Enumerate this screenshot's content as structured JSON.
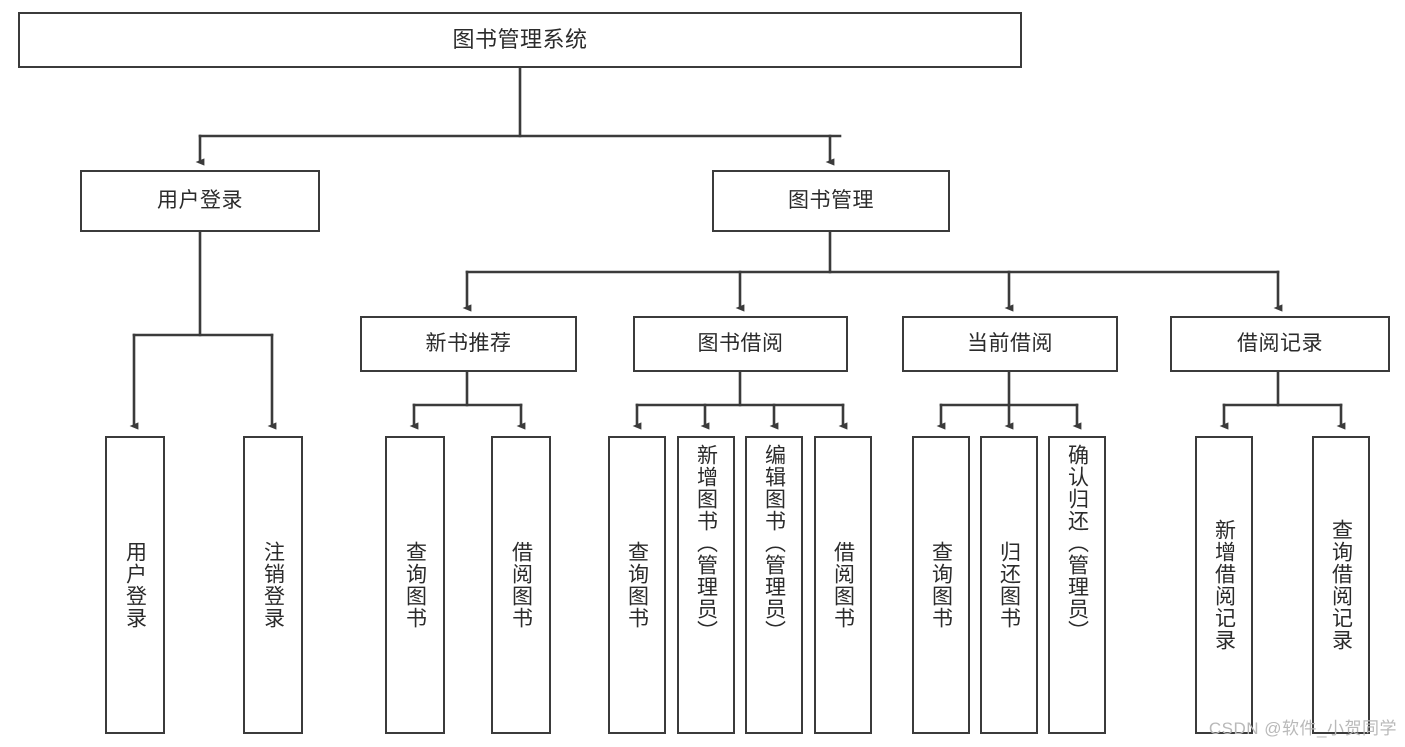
{
  "diagram": {
    "title": "图书管理系统",
    "type": "tree",
    "colors": {
      "background": "#ffffff",
      "box_border": "#3b3b3b",
      "box_fill": "#ffffff",
      "text": "#2b2b2b",
      "edge": "#3b3b3b",
      "watermark": "#b9b9b9"
    },
    "watermark": "CSDN @软件_小贺同学",
    "nodes": {
      "root": {
        "label": "图书管理系统"
      },
      "level2": [
        {
          "label": "用户登录"
        },
        {
          "label": "图书管理"
        }
      ],
      "level3": [
        {
          "label": "新书推荐"
        },
        {
          "label": "图书借阅"
        },
        {
          "label": "当前借阅"
        },
        {
          "label": "借阅记录"
        }
      ],
      "leaves": {
        "user_login": [
          {
            "label": "用户登录"
          },
          {
            "label": "注销登录"
          }
        ],
        "new_book_recommend": [
          {
            "label": "查询图书"
          },
          {
            "label": "借阅图书"
          }
        ],
        "book_borrow": [
          {
            "label": "查询图书"
          },
          {
            "label": "新增图书（管理员）"
          },
          {
            "label": "编辑图书（管理员）"
          },
          {
            "label": "借阅图书"
          }
        ],
        "current_borrow": [
          {
            "label": "查询图书"
          },
          {
            "label": "归还图书"
          },
          {
            "label": "确认归还（管理员）"
          }
        ],
        "borrow_record": [
          {
            "label": "新增借阅记录"
          },
          {
            "label": "查询借阅记录"
          }
        ]
      }
    }
  }
}
